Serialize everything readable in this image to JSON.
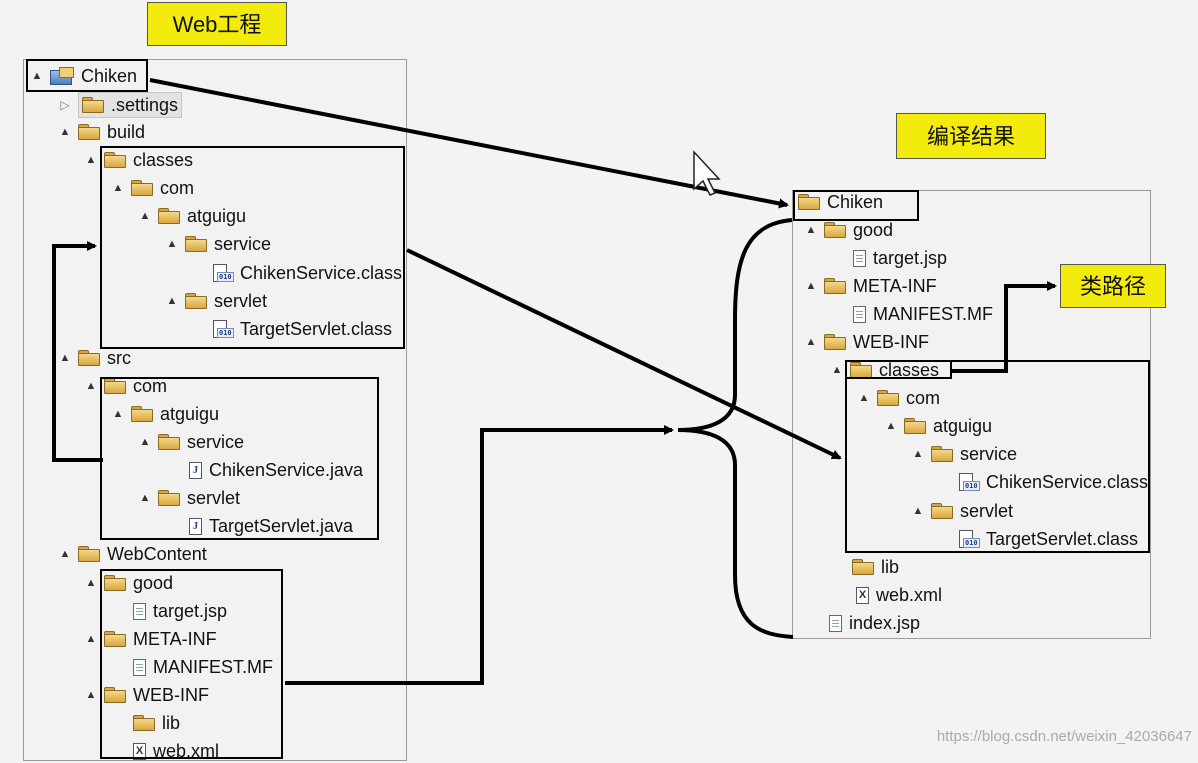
{
  "labels": {
    "web_project": "Web工程",
    "compile_result": "编译结果",
    "classpath": "类路径"
  },
  "left_tree": {
    "root": "Chiken",
    "settings": ".settings",
    "build": "build",
    "classes": "classes",
    "com": "com",
    "atguigu": "atguigu",
    "service": "service",
    "service_class": "ChikenService.class",
    "servlet": "servlet",
    "servlet_class": "TargetServlet.class",
    "src": "src",
    "src_com": "com",
    "src_atguigu": "atguigu",
    "src_service": "service",
    "service_java": "ChikenService.java",
    "src_servlet": "servlet",
    "servlet_java": "TargetServlet.java",
    "webcontent": "WebContent",
    "good": "good",
    "target_jsp": "target.jsp",
    "meta_inf": "META-INF",
    "manifest": "MANIFEST.MF",
    "web_inf": "WEB-INF",
    "lib": "lib",
    "web_xml": "web.xml"
  },
  "right_tree": {
    "root": "Chiken",
    "good": "good",
    "target_jsp": "target.jsp",
    "meta_inf": "META-INF",
    "manifest": "MANIFEST.MF",
    "web_inf": "WEB-INF",
    "classes": "classes",
    "com": "com",
    "atguigu": "atguigu",
    "service": "service",
    "service_class": "ChikenService.class",
    "servlet": "servlet",
    "servlet_class": "TargetServlet.class",
    "lib": "lib",
    "web_xml": "web.xml",
    "index_jsp": "index.jsp"
  },
  "watermark": "https://blog.csdn.net/weixin_42036647",
  "icons": {
    "expanded": "▲",
    "collapsed": "▷"
  }
}
